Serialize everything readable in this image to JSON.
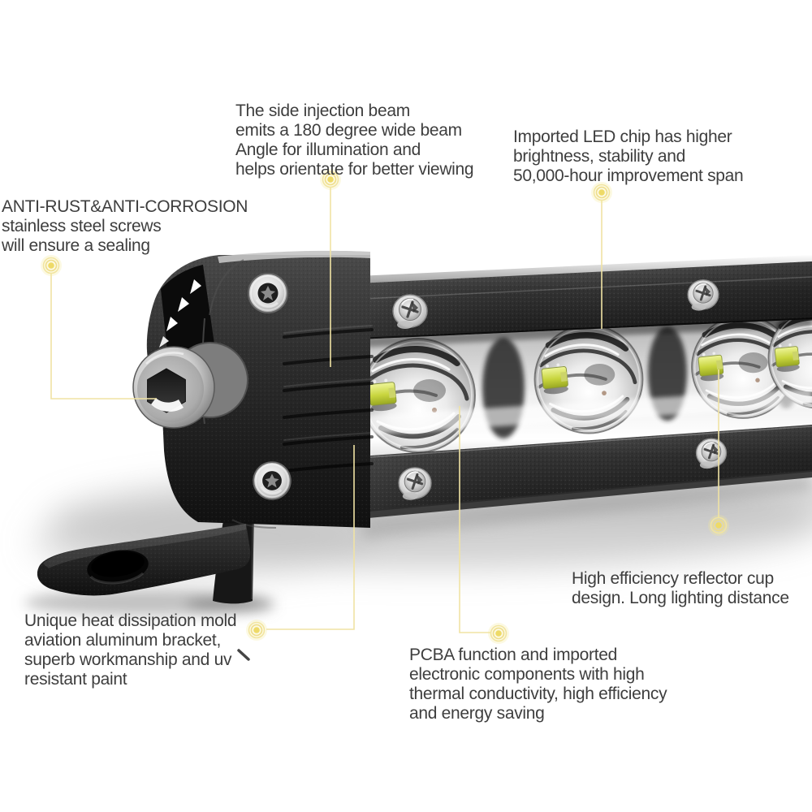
{
  "colors": {
    "background": "#ffffff",
    "text": "#3e3e3e",
    "callout_line": "#f0e3a4",
    "callout_dot": "#eeda67",
    "led_chip": "#cdd93e",
    "bar_black": "#1e1e1e",
    "chrome_silver": "#d9d9d9"
  },
  "callouts": {
    "side_beam": {
      "lines": [
        "The side injection beam",
        "emits a 180 degree wide beam",
        "Angle for illumination and",
        "helps orientate for better viewing"
      ]
    },
    "led_chip": {
      "lines": [
        "Imported LED chip has higher",
        "brightness, stability and",
        "50,000-hour improvement span"
      ]
    },
    "anti_rust": {
      "lines": [
        "ANTI-RUST&ANTI-CORROSION",
        "stainless steel screws",
        "will ensure a sealing"
      ]
    },
    "bracket": {
      "lines": [
        "Unique heat dissipation mold",
        "aviation aluminum bracket,",
        "superb workmanship and uv",
        "resistant paint"
      ]
    },
    "reflector": {
      "lines": [
        "High efficiency reflector cup",
        "design. Long lighting distance"
      ]
    },
    "pcba": {
      "lines": [
        "PCBA function and imported",
        "electronic components with high",
        "thermal conductivity, high efficiency",
        "and energy saving"
      ]
    }
  }
}
